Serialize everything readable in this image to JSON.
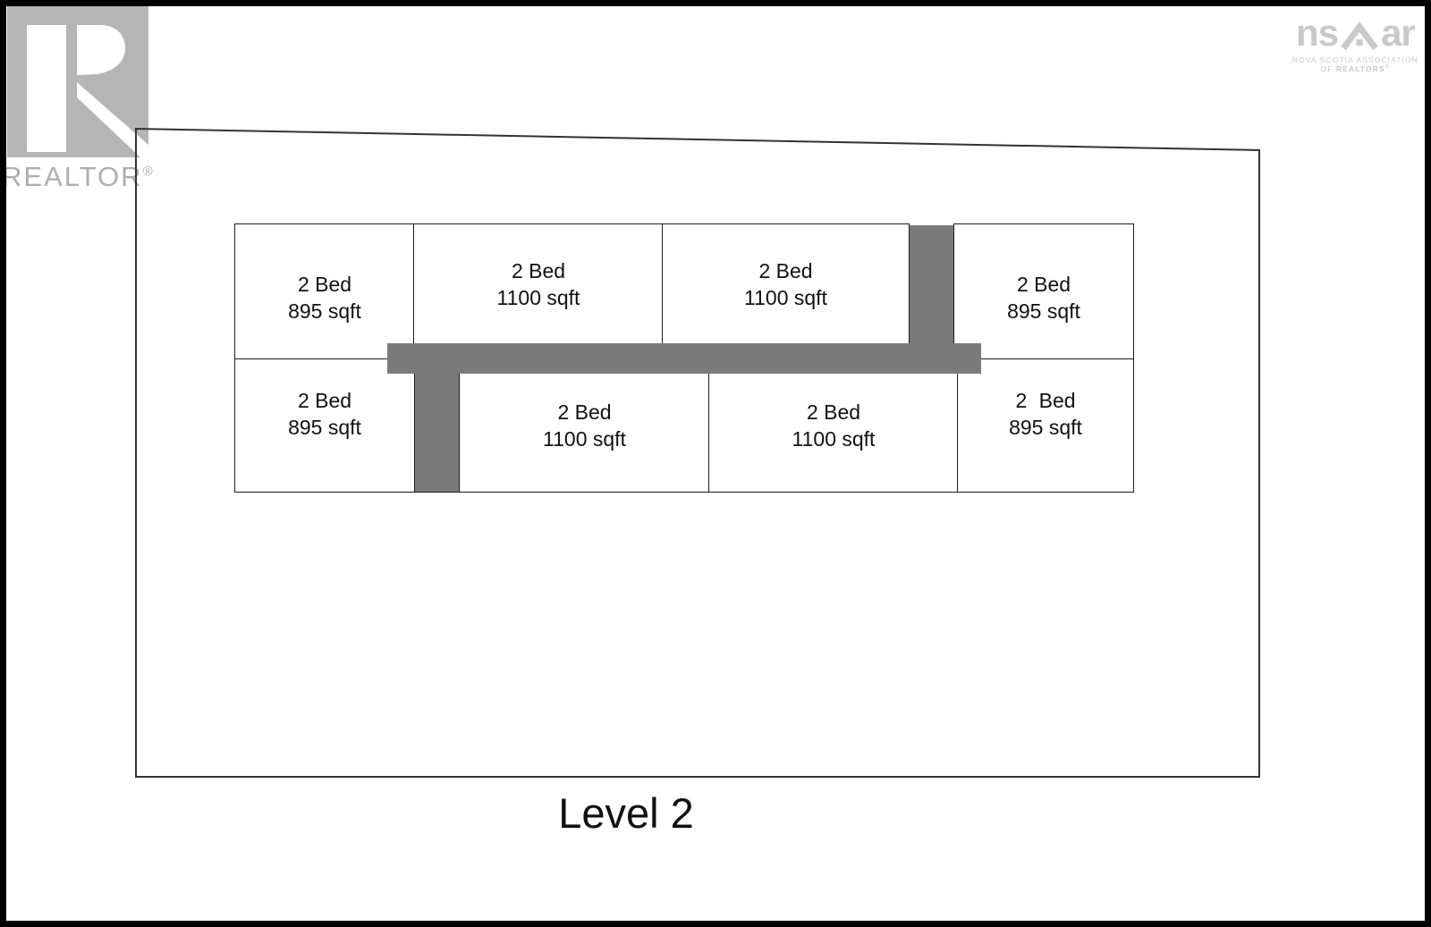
{
  "watermark": {
    "label": "REALTOR",
    "reg": "®"
  },
  "nsar_logo": {
    "left": "ns",
    "right": "ar",
    "tagline1": "NOVA SCOTIA ASSOCIATION",
    "tagline2_prefix": "OF ",
    "tagline2_bold": "REALTORS",
    "reg": "®"
  },
  "floor_plan": {
    "title": "Level 2",
    "units": [
      {
        "position": "top-left",
        "beds": "2 Bed",
        "area": "895 sqft"
      },
      {
        "position": "top-middle-left",
        "beds": "2 Bed",
        "area": "1100 sqft"
      },
      {
        "position": "top-middle-right",
        "beds": "2 Bed",
        "area": "1100 sqft"
      },
      {
        "position": "top-right",
        "beds": "2 Bed",
        "area": "895 sqft"
      },
      {
        "position": "bottom-left",
        "beds": "2 Bed",
        "area": "895 sqft"
      },
      {
        "position": "bottom-middle-left",
        "beds": "2 Bed",
        "area": "1100 sqft"
      },
      {
        "position": "bottom-middle-right",
        "beds": "2 Bed",
        "area": "1100 sqft"
      },
      {
        "position": "bottom-right",
        "beds": "2  Bed",
        "area": "895 sqft"
      }
    ]
  },
  "colors": {
    "frame-black": "#000000",
    "plan-line": "#1c1c1c",
    "boundary-line": "#333333",
    "corridor-gray": "#7a7a7a",
    "watermark-gray": "#b5b5b5",
    "watermark-text-gray": "#aeaeae",
    "nsar-gray": "#c9c9c9",
    "text-black": "#111111"
  }
}
